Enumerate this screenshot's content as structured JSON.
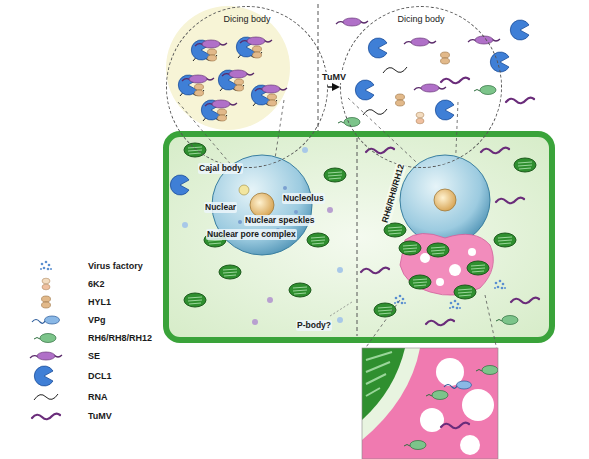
{
  "diagram": {
    "nodes": [
      {
        "text": [
          "Dicing body"
        ]
      },
      {
        "text": [
          "Dicing body"
        ]
      }
    ],
    "edges": [
      {
        "from": 0,
        "to": 1,
        "arrow": "to",
        "label": "TuMV"
      }
    ],
    "labels": [
      "Cajal body",
      "Nucleolus",
      "Nuclear",
      "Nuclear speckles",
      "Nuclear pore complex",
      "RH6/RH8/RH12",
      "P-body?"
    ],
    "legend": [
      {
        "text": "Virus factory"
      },
      {
        "text": "6K2"
      },
      {
        "text": "HYL1"
      },
      {
        "text": "VPg"
      },
      {
        "text": "RH6/RH8/RH12"
      },
      {
        "text": "SE"
      },
      {
        "text": "DCL1"
      },
      {
        "text": "RNA"
      },
      {
        "text": "TuMV"
      }
    ]
  }
}
